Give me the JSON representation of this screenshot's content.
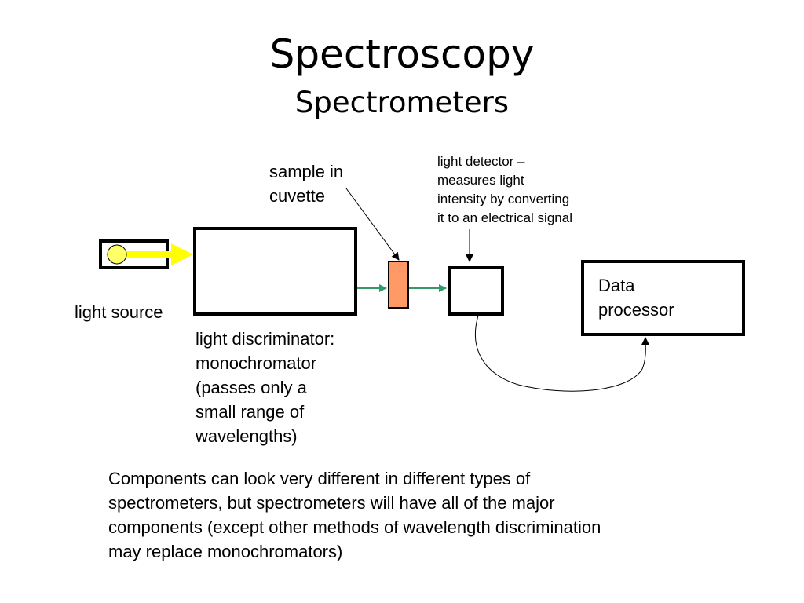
{
  "slide": {
    "title": "Spectroscopy",
    "subtitle": "Spectrometers"
  },
  "labels": {
    "sample": [
      "sample in",
      "cuvette"
    ],
    "detector": [
      "light detector –",
      "measures light",
      "intensity by converting",
      "it to an electrical signal"
    ],
    "light_source": "light source",
    "discriminator": [
      "light discriminator:",
      "monochromator",
      "(passes only a",
      "small range of",
      "wavelengths)"
    ],
    "data_processor": [
      "Data",
      "processor"
    ]
  },
  "footnote": [
    "Components can look very different in different types of",
    "spectrometers, but spectrometers will have all of the major",
    "components (except other methods of wavelength discrimination",
    "may replace monochromators)"
  ],
  "colors": {
    "light_bulb": "#ffff66",
    "light_beam": "#ffff00",
    "cuvette": "#ff9966",
    "beam_arrow": "#339966",
    "outline": "#000000"
  }
}
